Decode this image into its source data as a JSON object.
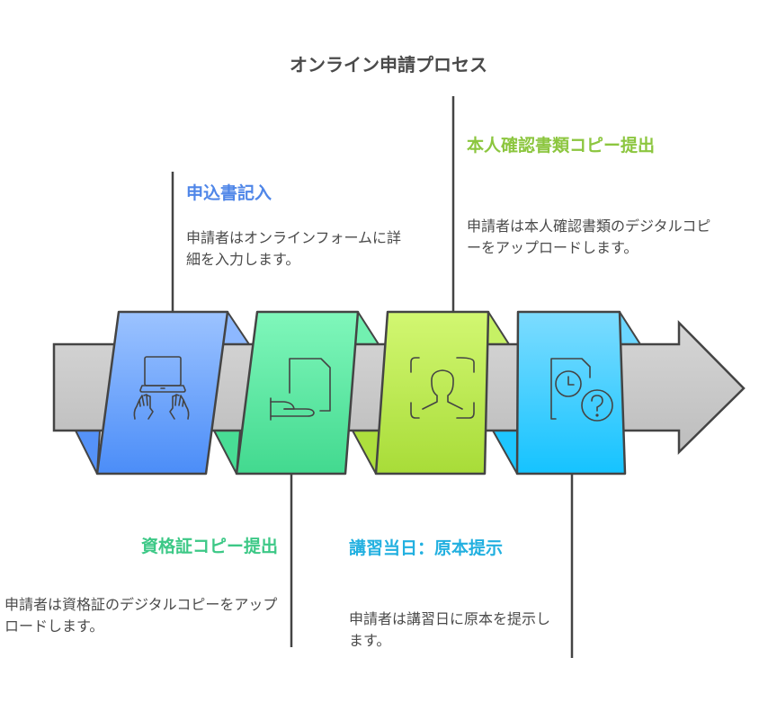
{
  "title": "オンライン申請プロセス",
  "colors": {
    "outline": "#444444",
    "arrow_top": "#d6d6d6",
    "arrow_bottom": "#bdbdbd",
    "step1_top": "#9cc3ff",
    "step1_bottom": "#4b8df8",
    "step1_text": "#4f86e8",
    "step2_top": "#80f7bb",
    "step2_bottom": "#42d98f",
    "step2_text": "#3cc886",
    "step3_top": "#d2f772",
    "step3_bottom": "#a8dc38",
    "step3_text": "#8cc63f",
    "step4_top": "#7ddcff",
    "step4_bottom": "#15c3ff",
    "step4_text": "#22b0e0"
  },
  "steps": [
    {
      "title": "申込書記入",
      "description": "申請者はオンラインフォームに詳細を入力します。",
      "icon": "laptop-typing-icon"
    },
    {
      "title": "資格証コピー提出",
      "description": "申請者は資格証のデジタルコピーをアップロードします。",
      "icon": "document-hand-icon"
    },
    {
      "title": "本人確認書類コピー提出",
      "description": "申請者は本人確認書類のデジタルコピーをアップロードします。",
      "icon": "face-scan-icon"
    },
    {
      "title": "講習当日：原本提示",
      "description": "申請者は講習日に原本を提示します。",
      "icon": "document-clock-question-icon"
    }
  ]
}
